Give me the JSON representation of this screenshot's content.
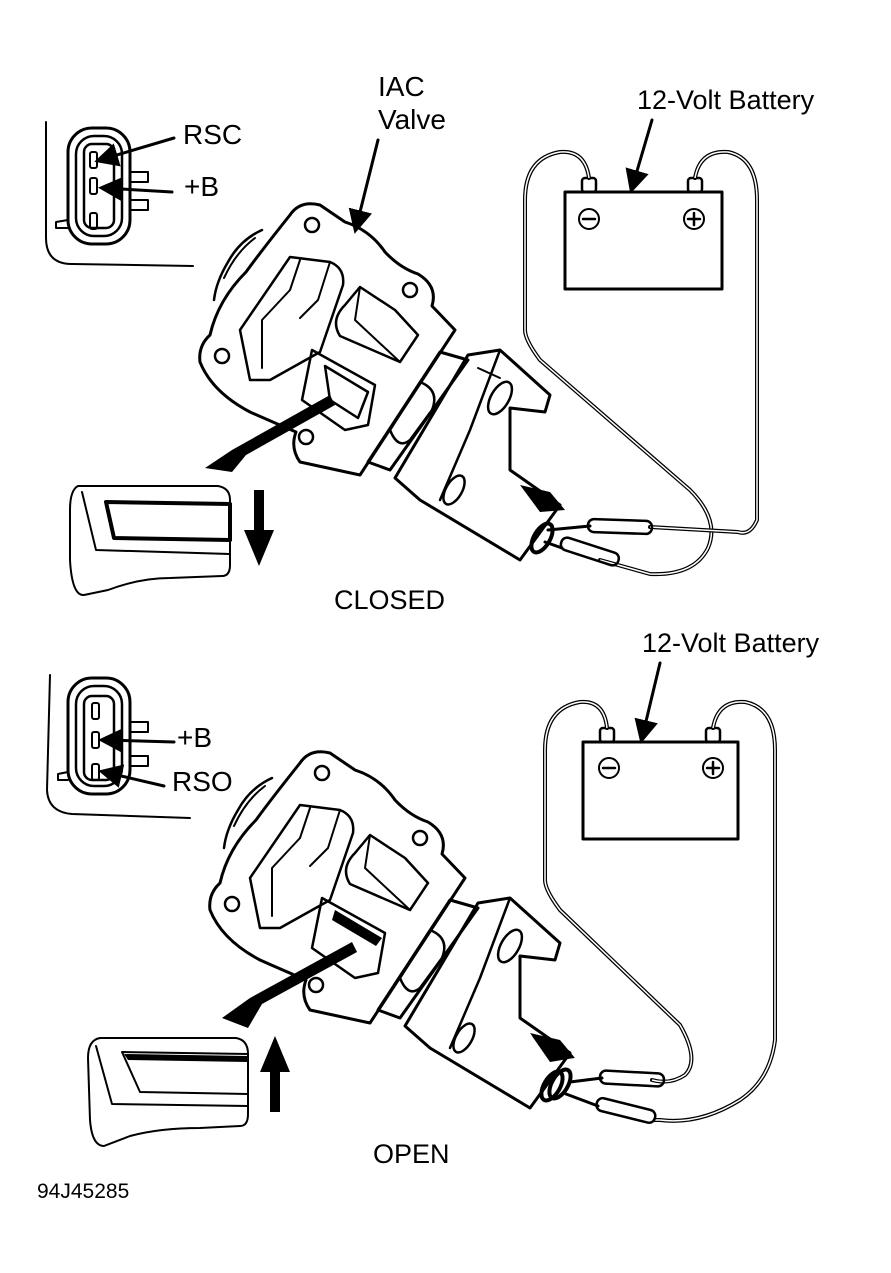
{
  "figure": {
    "id_label": "94J45285",
    "ink_color": "#000000",
    "background_color": "#ffffff"
  },
  "panels": [
    {
      "state_label": "CLOSED",
      "component_label_line1": "IAC",
      "component_label_line2": "Valve",
      "battery_label": "12-Volt Battery",
      "battery_negative_symbol": "⊖",
      "battery_positive_symbol": "⊕",
      "connector_pins": [
        {
          "label": "RSC",
          "pin": "top"
        },
        {
          "label": "+B",
          "pin": "middle"
        }
      ],
      "throttle_arrow_direction": "down"
    },
    {
      "state_label": "OPEN",
      "battery_label": "12-Volt Battery",
      "battery_negative_symbol": "⊖",
      "battery_positive_symbol": "⊕",
      "connector_pins": [
        {
          "label": "+B",
          "pin": "middle"
        },
        {
          "label": "RSO",
          "pin": "bottom"
        }
      ],
      "throttle_arrow_direction": "up"
    }
  ]
}
